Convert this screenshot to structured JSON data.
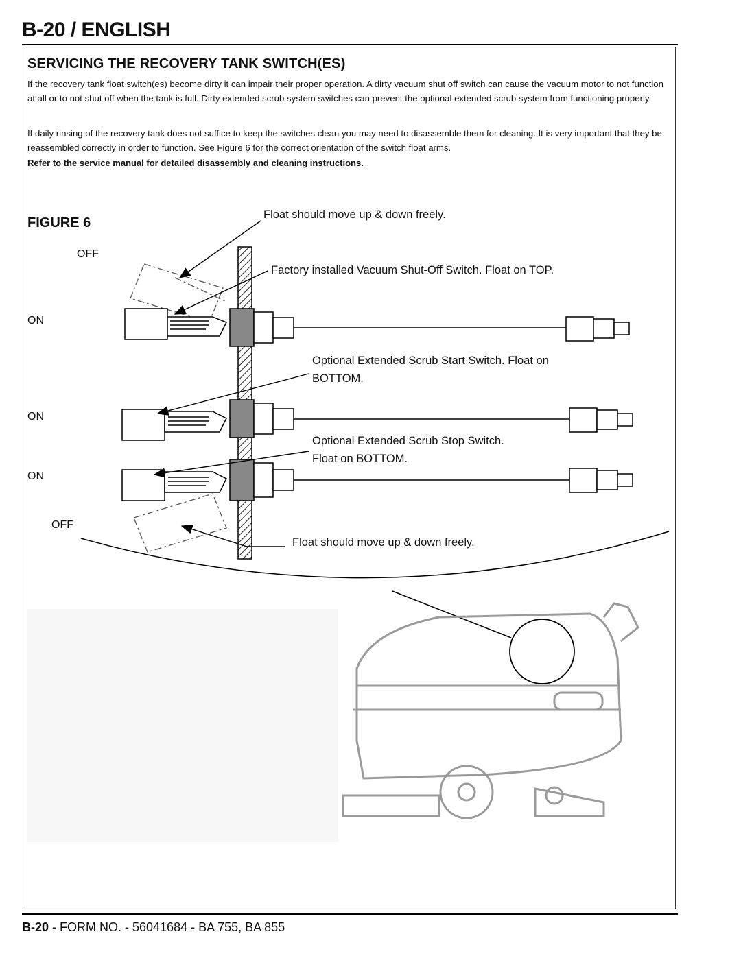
{
  "header": {
    "title": "B-20 / ENGLISH"
  },
  "section": {
    "title": "SERVICING THE RECOVERY TANK SWITCH(ES)",
    "paragraph1": "If the recovery tank float switch(es) become dirty it can impair their proper operation.  A dirty vacuum shut off switch can cause the vacuum motor to not function at all or to not shut off when the tank is full.  Dirty extended scrub system switches can prevent the optional extended scrub system from functioning properly.",
    "paragraph2": "If daily rinsing of the recovery tank does not suffice to keep the switches clean you may need to disassemble them for cleaning.  It is very important that they be reassembled correctly in order to function.  See Figure 6 for the correct orientation of the switch float arms.",
    "paragraph3": "Refer to the service manual for detailed disassembly and cleaning instructions."
  },
  "figure": {
    "title": "FIGURE 6",
    "state_labels": {
      "off_top": "OFF",
      "on_1": "ON",
      "on_2": "ON",
      "on_3": "ON",
      "off_bottom": "OFF"
    },
    "callouts": {
      "float_top": "Float should move up & down freely.",
      "vacuum_switch": "Factory installed Vacuum Shut-Off Switch. Float on TOP.",
      "scrub_start": "Optional Extended Scrub Start Switch. Float on BOTTOM.",
      "scrub_stop": "Optional Extended Scrub Stop Switch. Float on BOTTOM.",
      "float_bottom": "Float should move up & down freely."
    }
  },
  "footer": {
    "page": "B-20",
    "form": " - FORM NO. - 56041684 - BA 755, BA 855"
  }
}
